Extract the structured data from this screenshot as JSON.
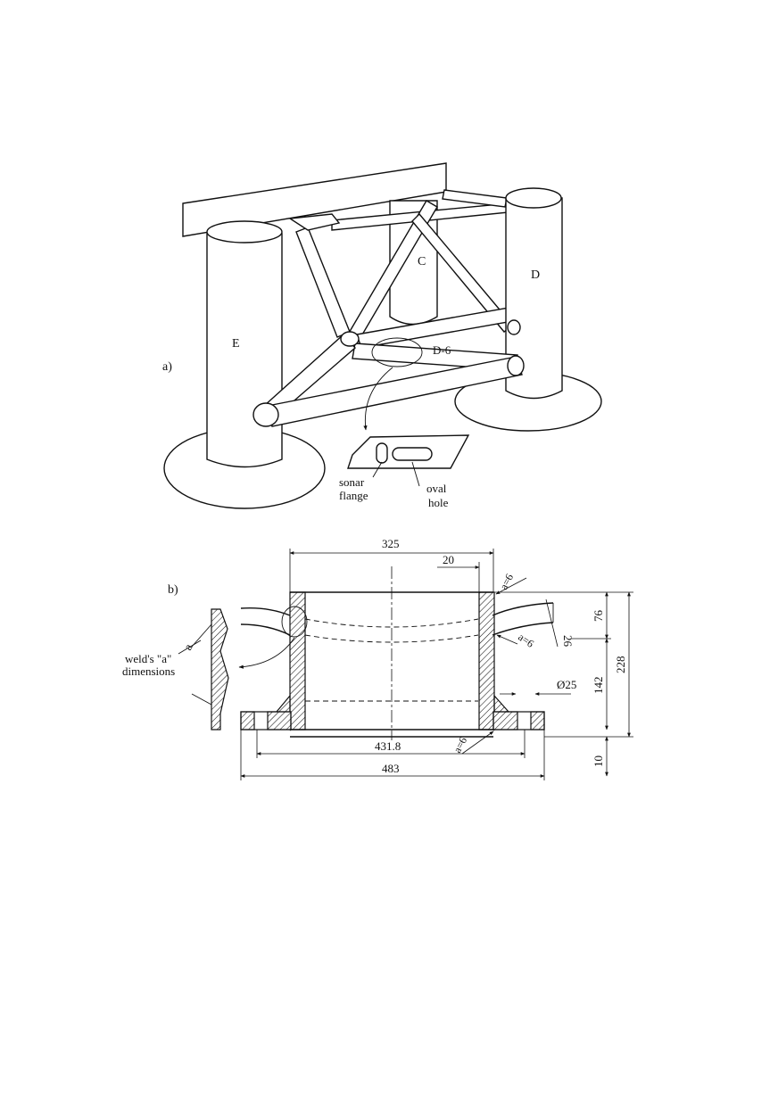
{
  "part_a": {
    "label": "a)",
    "columns": {
      "c": "C",
      "d": "D",
      "e": "E"
    },
    "brace_label": "D-6",
    "callouts": {
      "sonar_line1": "sonar",
      "sonar_line2": "flange",
      "oval_line1": "oval",
      "oval_line2": "hole"
    }
  },
  "part_b": {
    "label": "b)",
    "weld_line1": "weld's \"a\"",
    "weld_line2": "dimensions",
    "weld_symbol": "a",
    "dimensions": {
      "width_top": "325",
      "wall": "20",
      "weld_top": "a=6",
      "weld_mid": "a=6",
      "weld_bottom": "a=6",
      "height_76": "76",
      "angle_26": "26",
      "height_228": "228",
      "height_142": "142",
      "hole_dia": "Ø25",
      "bolt_circle": "431.8",
      "flange_dia": "483",
      "flange_thk": "10"
    }
  }
}
